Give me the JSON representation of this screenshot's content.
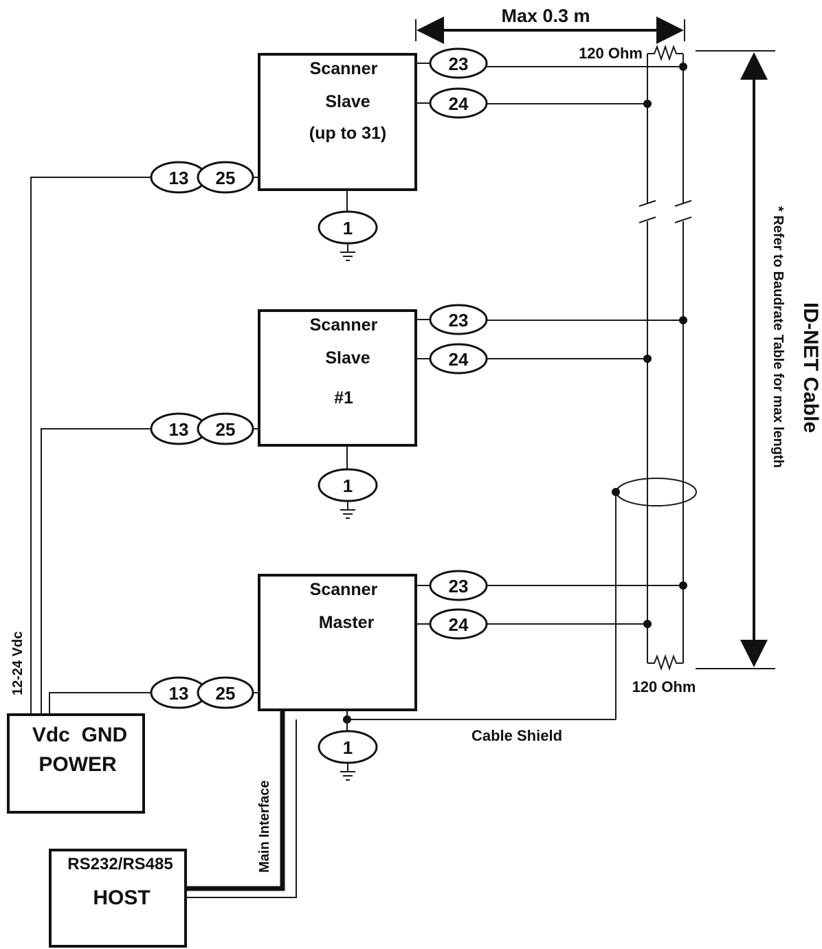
{
  "dimension": {
    "label": "Max 0.3 m"
  },
  "terminators": {
    "top_label": "120 Ohm",
    "bottom_label": "120 Ohm"
  },
  "cable": {
    "title": "ID-NET Cable",
    "note": "* Refer to Baudrate Table for max length"
  },
  "scanners": [
    {
      "line1": "Scanner",
      "line2": "Slave",
      "line3": "(up to 31)"
    },
    {
      "line1": "Scanner",
      "line2": "Slave",
      "line3": "#1"
    },
    {
      "line1": "Scanner",
      "line2": "Master",
      "line3": ""
    }
  ],
  "pins": {
    "p23": "23",
    "p24": "24",
    "p13": "13",
    "p25": "25",
    "p1": "1"
  },
  "power": {
    "line1": "Vdc  GND",
    "line2": "POWER",
    "voltage": "12-24 Vdc"
  },
  "host": {
    "line1": "RS232/RS485",
    "line2": "HOST",
    "interface": "Main Interface"
  },
  "shield": {
    "label": "Cable Shield"
  }
}
